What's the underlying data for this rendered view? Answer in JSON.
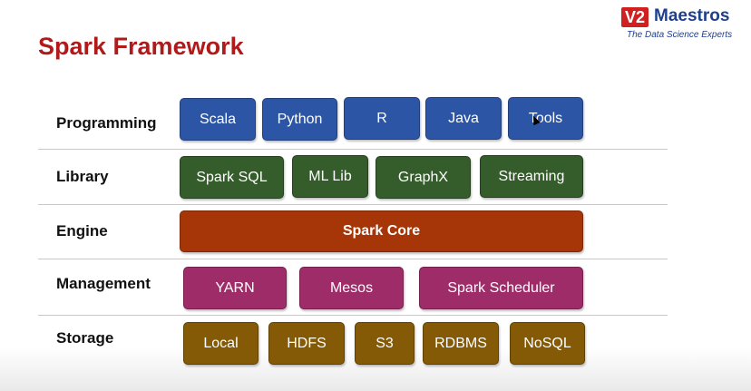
{
  "title": "Spark Framework",
  "logo": {
    "badge": "V2",
    "word": "Maestros",
    "tagline": "The Data Science Experts"
  },
  "colors": {
    "title": "#b01a1a",
    "programming": "#2c56a5",
    "library": "#355c2b",
    "engine": "#a63608",
    "management": "#9e2c68",
    "storage": "#845a06"
  },
  "rows": {
    "programming": {
      "label": "Programming",
      "items": [
        "Scala",
        "Python",
        "R",
        "Java",
        "Tools"
      ]
    },
    "library": {
      "label": "Library",
      "items": [
        "Spark SQL",
        "ML Lib",
        "GraphX",
        "Streaming"
      ]
    },
    "engine": {
      "label": "Engine",
      "items": [
        "Spark Core"
      ]
    },
    "management": {
      "label": "Management",
      "items": [
        "YARN",
        "Mesos",
        "Spark Scheduler"
      ]
    },
    "storage": {
      "label": "Storage",
      "items": [
        "Local",
        "HDFS",
        "S3",
        "RDBMS",
        "NoSQL"
      ]
    }
  }
}
